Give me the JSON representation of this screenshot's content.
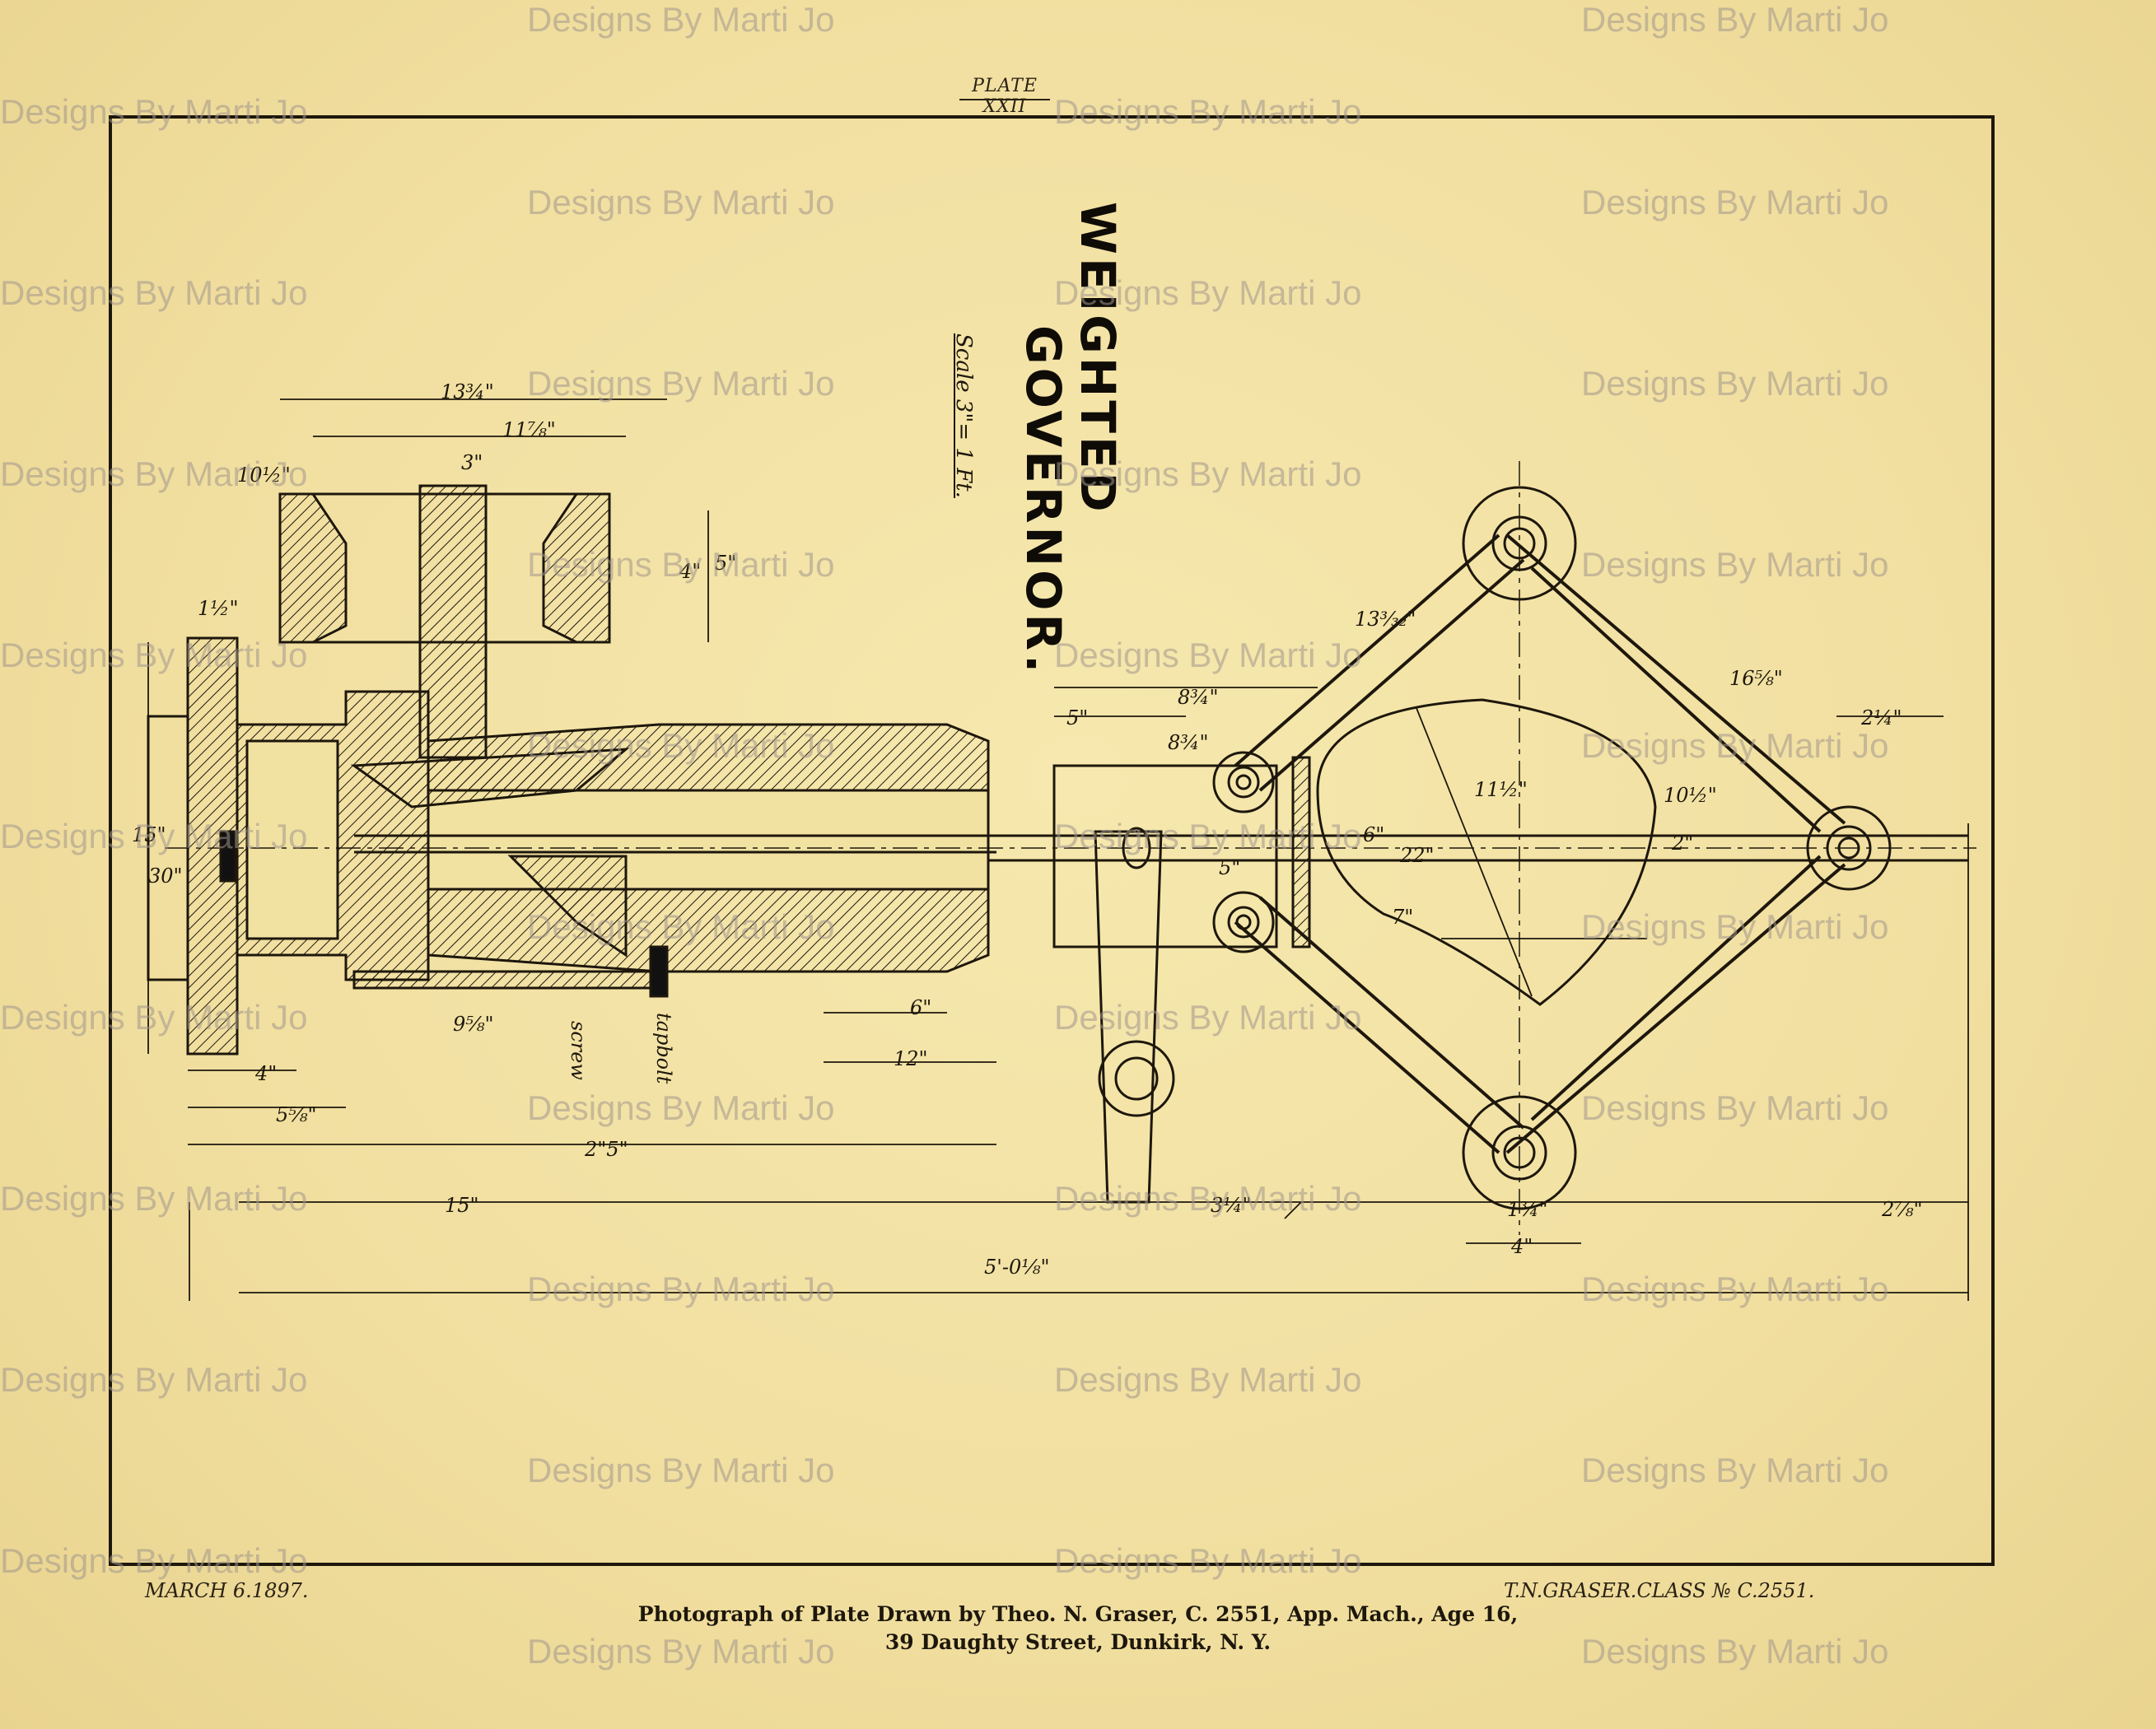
{
  "plate": {
    "number": "PLATE XXII",
    "title_line1": "WEIGHTED",
    "title_line2": "GOVERNOR.",
    "scale": "Scale 3\"= 1 Ft."
  },
  "dimensions": {
    "top_13_3_4": "13¾\"",
    "top_11_7_8": "11⅞\"",
    "top_10_1_2": "10½\"",
    "top_3": "3\"",
    "side_5": "5\"",
    "side_4": "4\"",
    "left_1_1_2": "1½\"",
    "left_15": "15\"",
    "left_30": "30\"",
    "bottom_4": "4\"",
    "bottom_5_5_8": "5⅝\"",
    "bottom_2_5": "2\"5\"",
    "bottom_15": "15\"",
    "bottom_12": "12\"",
    "bottom_6": "6\"",
    "bottom_9_5_8": "9⅝\"",
    "bottom_3_1_4": "3¼\"",
    "overall": "5'-0⅛\"",
    "mid_5": "5\"",
    "mid_8_3_4": "8¾\"",
    "mid_8_3_4b": "8¾\"",
    "mid_6": "6\"",
    "mid_5b": "5\"",
    "mid_7": "7\"",
    "mid_22": "22\"",
    "mid_11_1_2": "11½\"",
    "mid_2": "2\"",
    "right_13_3_32": "13³⁄₃₂\"",
    "right_16_5_8": "16⅝\"",
    "right_10_1_2": "10½\"",
    "right_2_1_4": "2¼\"",
    "right_2_7_8": "2⅞\"",
    "right_4": "4\"",
    "right_1_3_4": "1¾\"",
    "screw": "screw",
    "tapbolt": "tapbolt"
  },
  "footer": {
    "date": "MARCH 6.1897.",
    "signature": "T.N.GRASER.CLASS № C.2551.",
    "caption_line1": "Photograph of Plate Drawn by Theo. N. Graser, C. 2551, App. Mach., Age 16,",
    "caption_line2": "39 Daughty Street, Dunkirk, N. Y."
  },
  "watermark": {
    "text": "Designs By Marti Jo"
  },
  "colors": {
    "paper": "#f3e3a5",
    "ink": "#1d170c",
    "watermark": "#a0968c"
  }
}
